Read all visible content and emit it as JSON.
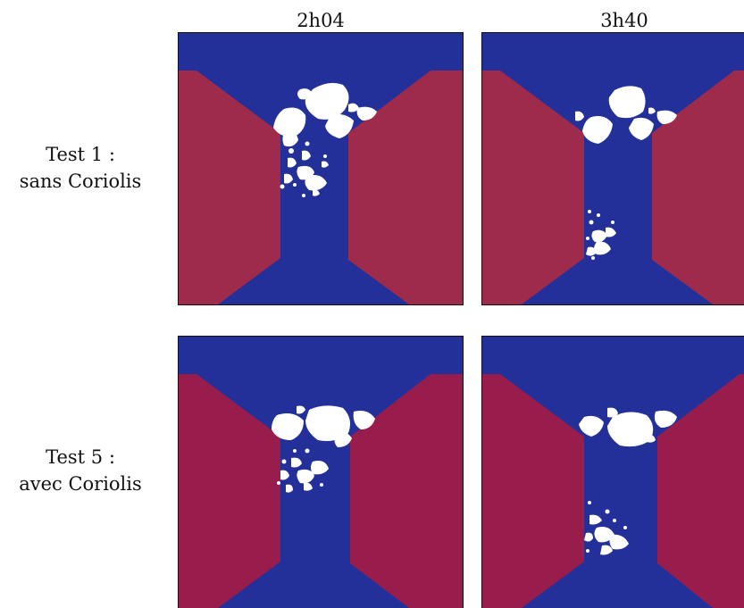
{
  "columns": [
    {
      "label": "2h04"
    },
    {
      "label": "3h40"
    }
  ],
  "rows": [
    {
      "title": "Test 1 :",
      "subtitle": "sans Coriolis"
    },
    {
      "title": "Test 5 :",
      "subtitle": "avec Coriolis"
    }
  ],
  "colors": {
    "water": "#23309a",
    "land_row1": "#9e2a4c",
    "land_row2": "#981c4c",
    "ice": "#ffffff",
    "frame": "#111111"
  },
  "panels": [
    {
      "row": 0,
      "col": 0,
      "icon": "ice-floes-channel-image"
    },
    {
      "row": 0,
      "col": 1,
      "icon": "ice-floes-channel-image"
    },
    {
      "row": 1,
      "col": 0,
      "icon": "ice-floes-channel-image"
    },
    {
      "row": 1,
      "col": 1,
      "icon": "ice-floes-channel-image"
    }
  ]
}
